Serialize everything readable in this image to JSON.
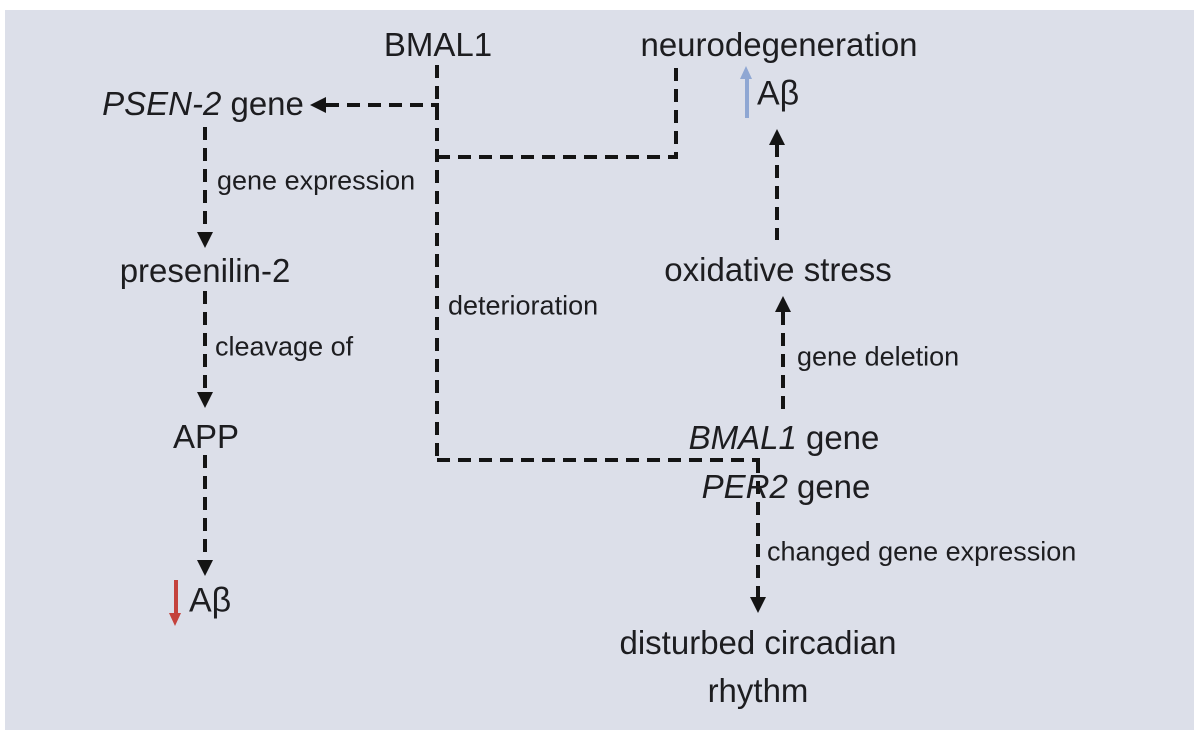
{
  "colors": {
    "background": "#dcdfe9",
    "frame": "#ffffff",
    "text": "#1d1d20",
    "line": "#141414",
    "increase_arrow_blue": "#8fa7d3",
    "decrease_arrow_red": "#c4423c"
  },
  "nodes": {
    "bmal1": {
      "label": "BMAL1"
    },
    "neurodegeneration": {
      "label": "neurodegeneration"
    },
    "abeta_increase": {
      "label": "Aβ",
      "trend": "up",
      "trend_color": "#8fa7d3"
    },
    "psen2_gene": {
      "italic": "PSEN-2",
      "rest": " gene"
    },
    "presenilin2": {
      "label": "presenilin-2"
    },
    "app": {
      "label": "APP"
    },
    "abeta_decrease": {
      "label": "Aβ",
      "trend": "down",
      "trend_color": "#c4423c"
    },
    "oxidative_stress": {
      "label": "oxidative stress"
    },
    "bmal1_gene": {
      "italic": "BMAL1",
      "rest": " gene"
    },
    "per2_gene": {
      "italic": "PER2",
      "rest": " gene"
    },
    "disturbed_rhythm": {
      "line1": "disturbed circadian",
      "line2": "rhythm"
    }
  },
  "edge_labels": {
    "gene_expression": "gene expression",
    "cleavage_of": "cleavage of",
    "deterioration": "deterioration",
    "gene_deletion": "gene deletion",
    "changed_gene_expression": "changed gene expression"
  }
}
